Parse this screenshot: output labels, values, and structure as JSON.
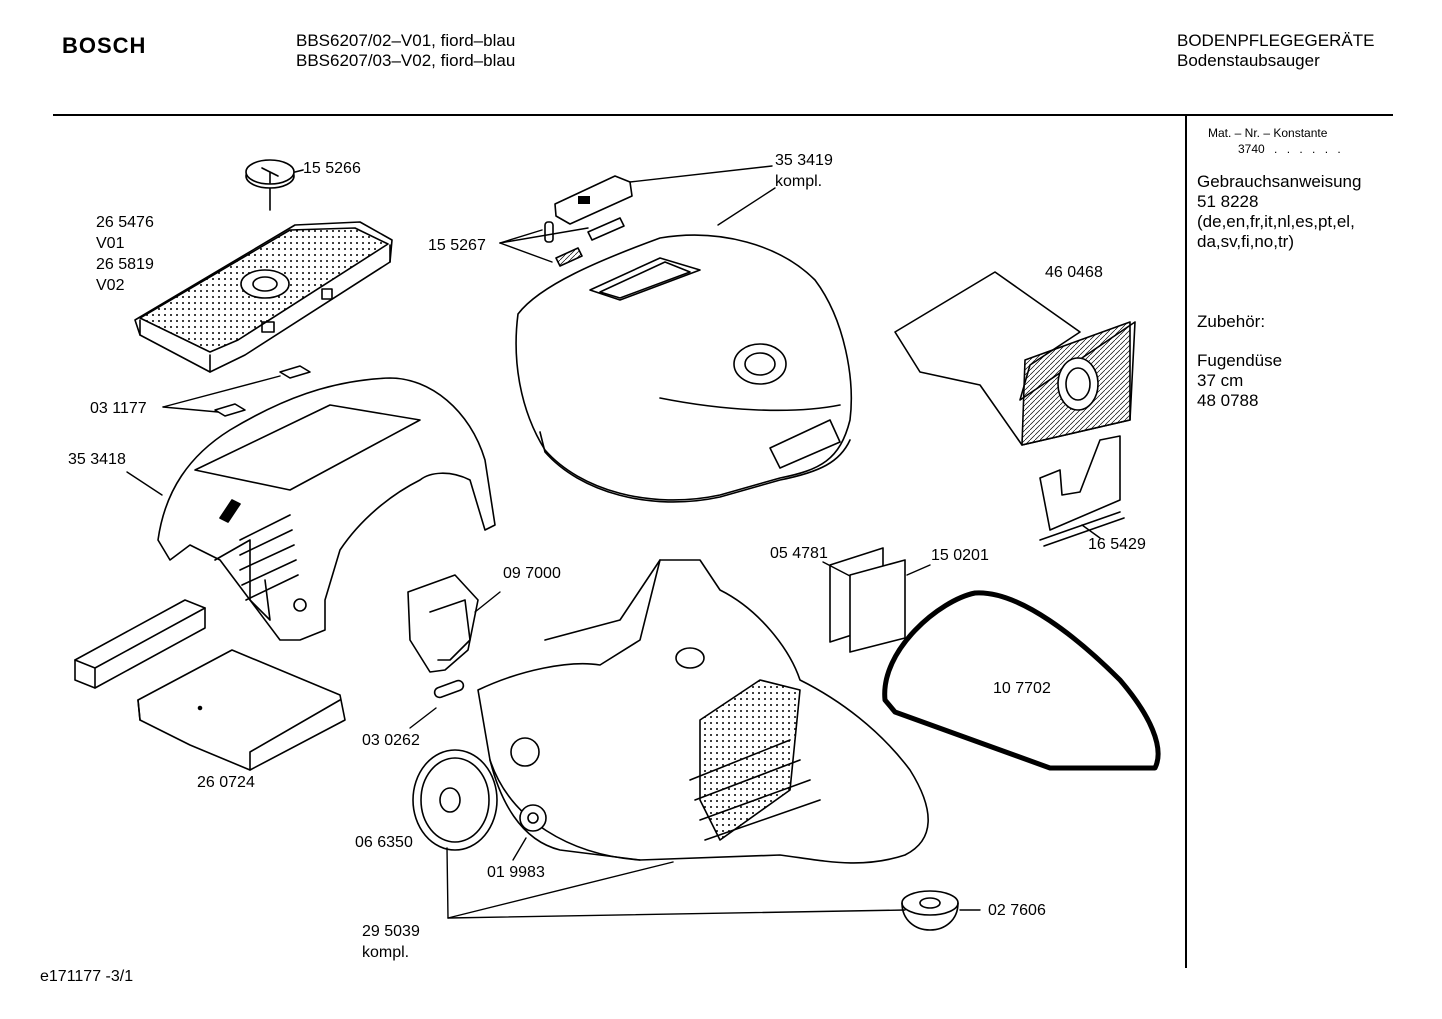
{
  "header": {
    "brand": "BOSCH",
    "model_line_1": "BBS6207/02–V01, fiord–blau",
    "model_line_2": "BBS6207/03–V02, fiord–blau",
    "category_line_1": "BODENPFLEGEGERÄTE",
    "category_line_2": "Bodenstaubsauger"
  },
  "sidebar": {
    "mat_label": "Mat. – Nr. – Konstante",
    "mat_value": "3740",
    "mat_dots": ". . . . . .",
    "manual_title": "Gebrauchsanweisung",
    "manual_number": "51 8228",
    "manual_langs_1": "(de,en,fr,it,nl,es,pt,el,",
    "manual_langs_2": "da,sv,fi,no,tr)",
    "accessories_title": "Zubehör:",
    "accessory_name": "Fugendüse",
    "accessory_size": "37 cm",
    "accessory_number": "48 0788"
  },
  "parts": {
    "p155266": "15 5266",
    "p265476": "26 5476",
    "v01": "V01",
    "p265819": "26 5819",
    "v02": "V02",
    "p353419": "35 3419",
    "kompl_1": "kompl.",
    "p155267": "15 5267",
    "p460468": "46 0468",
    "p031177": "03 1177",
    "p353418": "35 3418",
    "p097000": "09 7000",
    "p054781": "05 4781",
    "p150201": "15 0201",
    "p165429": "16 5429",
    "p107702": "10 7702",
    "p030262": "03 0262",
    "p260724": "26 0724",
    "p066350": "06 6350",
    "p019983": "01 9983",
    "p295039": "29 5039",
    "kompl_2": "kompl.",
    "p027606": "02 7606"
  },
  "footer": {
    "doc_id": "e171177 -3/1"
  }
}
